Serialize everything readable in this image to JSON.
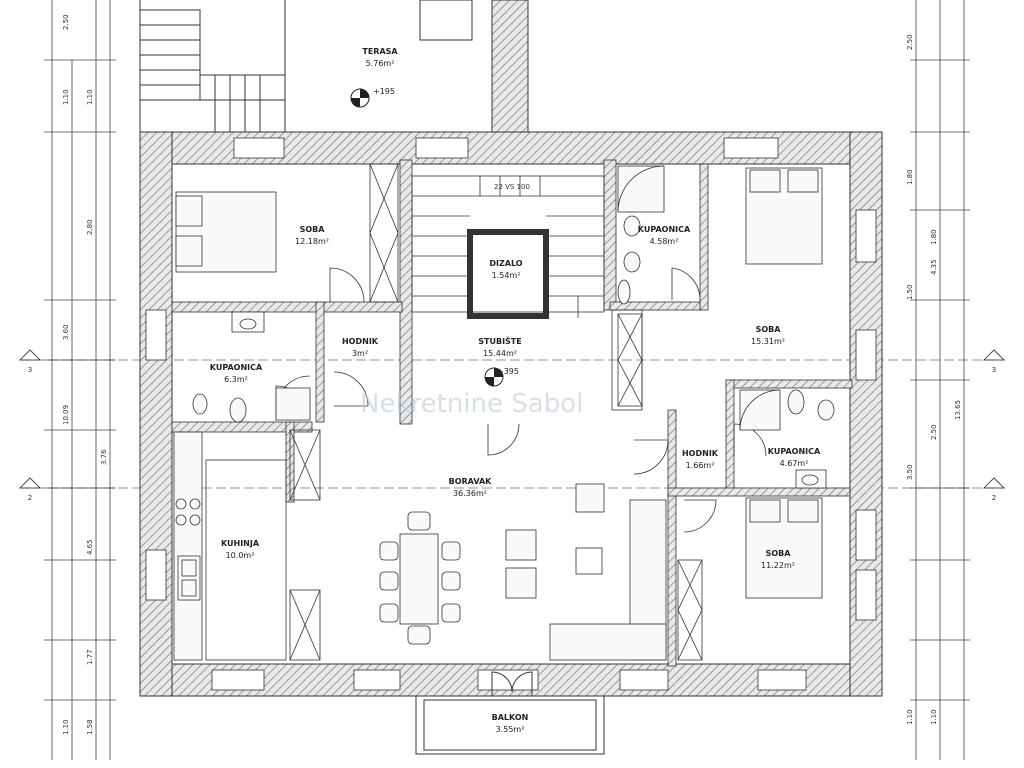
{
  "rooms": {
    "terasa": {
      "name": "TERASA",
      "area": "5.76m²",
      "level": "+195"
    },
    "soba_nw": {
      "name": "SOBA",
      "area": "12.18m²"
    },
    "kupaonica_n": {
      "name": "KUPAONICA",
      "area": "4.58m²"
    },
    "soba_ne": {
      "name": "SOBA",
      "area": "15.31m²"
    },
    "dizalo": {
      "name": "DIZALO",
      "area": "1.54m²"
    },
    "stubiste": {
      "name": "STUBIŠTE",
      "area": "15.44m²",
      "level": "+395"
    },
    "hodnik_w": {
      "name": "HODNIK",
      "area": "3m²"
    },
    "kupaonica_w": {
      "name": "KUPAONICA",
      "area": "6.3m²"
    },
    "hodnik_e": {
      "name": "HODNIK",
      "area": "1.66m²"
    },
    "kupaonica_e": {
      "name": "KUPAONICA",
      "area": "4.67m²"
    },
    "boravak": {
      "name": "BORAVAK",
      "area": "36.36m²"
    },
    "kuhinja": {
      "name": "KUHINJA",
      "area": "10.0m²"
    },
    "soba_se": {
      "name": "SOBA",
      "area": "11.22m²"
    },
    "balkon": {
      "name": "BALKON",
      "area": "3.55m²"
    }
  },
  "section_markers": [
    "3",
    "2",
    "3",
    "2"
  ],
  "dimensions_left": [
    "2.50",
    "1.10",
    "1.10",
    "2.80",
    "3.60",
    "10.09",
    "3.76",
    "4.65",
    "1.77",
    "1.10",
    "1.58"
  ],
  "dimensions_right": [
    "2.50",
    "1.80",
    "1.50",
    "4.35",
    "1.80",
    "2.50",
    "3.50",
    "1.10",
    "1.10",
    "13.65"
  ],
  "stair_note": "22 VS 100",
  "watermark": "Nekretnine Sabol"
}
